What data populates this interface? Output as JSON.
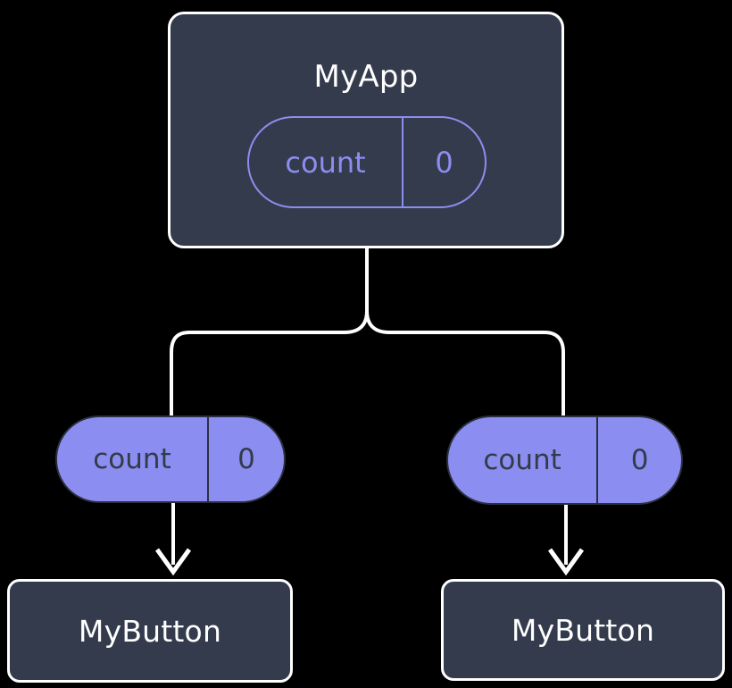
{
  "diagram": {
    "type": "component-state-propagation-tree",
    "background_color": "#000000",
    "colors": {
      "box_fill": "#343b4c",
      "box_border": "#ffffff",
      "pill_fill": "#8b8ef0",
      "pill_outline": "#8b8ef0",
      "pill_text_dark": "#333a49",
      "connector": "#ffffff",
      "title_text": "#ffffff"
    },
    "root": {
      "title": "MyApp",
      "state": {
        "key": "count",
        "value": "0"
      }
    },
    "branches": [
      {
        "state": {
          "key": "count",
          "value": "0"
        },
        "child": {
          "title": "MyButton"
        }
      },
      {
        "state": {
          "key": "count",
          "value": "0"
        },
        "child": {
          "title": "MyButton"
        }
      }
    ],
    "connectors": {
      "trunk": "vertical-line-from-root",
      "split": "two-curved-branches",
      "arrowheads": "downward-chevron"
    }
  }
}
